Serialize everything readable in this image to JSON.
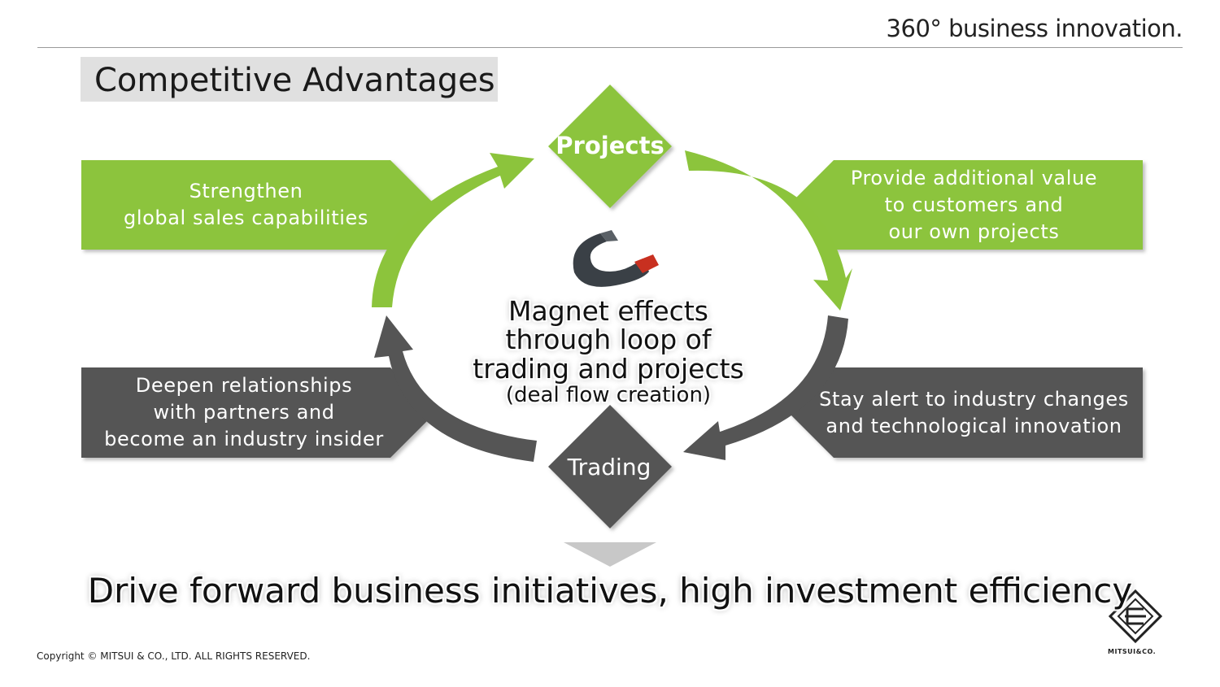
{
  "tagline": "360° business innovation.",
  "title": "Competitive Advantages",
  "diamonds": {
    "projects": "Projects",
    "trading": "Trading"
  },
  "cards": {
    "top_left": [
      "Strengthen",
      "global sales capabilities"
    ],
    "top_right": [
      "Provide additional value",
      "to customers and",
      "our own projects"
    ],
    "bottom_left": [
      "Deepen relationships",
      "with partners and",
      "become an industry insider"
    ],
    "bottom_right": [
      "Stay alert to industry changes",
      "and technological innovation"
    ]
  },
  "center": {
    "lines": [
      "Magnet effects",
      "through loop of",
      "trading and projects",
      "(deal flow creation)"
    ]
  },
  "conclusion": "Drive forward business initiatives, high investment efficiency",
  "footer": {
    "copyright": "Copyright © MITSUI & CO., LTD. ALL RIGHTS RESERVED.",
    "logo_text": "MITSUI&CO."
  },
  "colors": {
    "green": "#8cc43c",
    "dark_gray": "#555555",
    "light_gray": "#c8c8c8"
  }
}
